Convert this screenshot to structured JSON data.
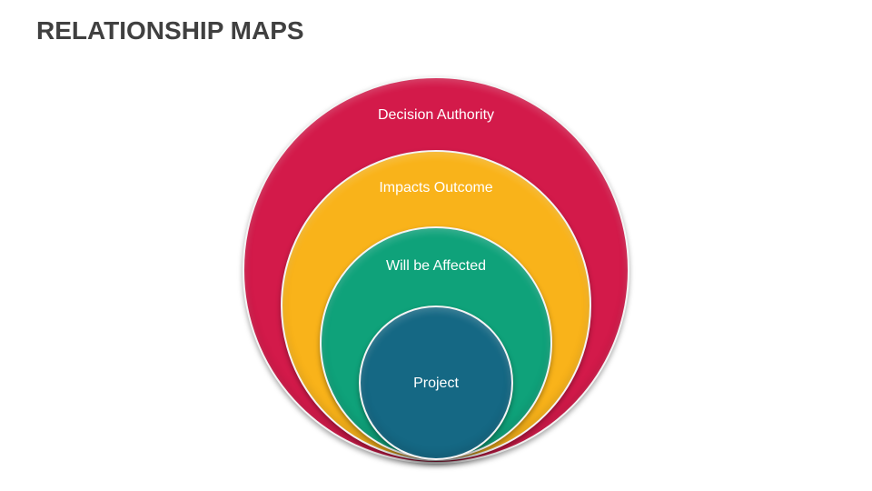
{
  "title": "RELATIONSHIP MAPS",
  "diagram": {
    "type": "nested-circles",
    "rings": [
      {
        "label": "Decision Authority",
        "color": "#D31A4A",
        "level": 1
      },
      {
        "label": "Impacts Outcome",
        "color": "#F9B31A",
        "level": 2
      },
      {
        "label": "Will be Affected",
        "color": "#0FA27A",
        "level": 3
      },
      {
        "label": "Project",
        "color": "#156884",
        "level": 4
      }
    ]
  },
  "colors": {
    "title_text": "#404040",
    "label_text": "#FFFFFF",
    "background": "#FFFFFF"
  }
}
